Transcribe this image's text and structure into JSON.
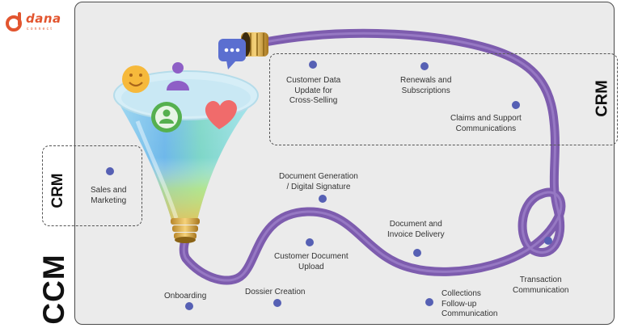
{
  "brand": {
    "name": "dana",
    "tagline": "connect",
    "color": "#e2552f"
  },
  "sections": {
    "crm_top": "CRM",
    "crm_left": "CRM",
    "ccm": "CCM"
  },
  "path_color": "#7d5cae",
  "dot_color": "#5660b4",
  "stages": {
    "customer_data": [
      "Customer Data",
      "Update for",
      "Cross-Selling"
    ],
    "renewals": [
      "Renewals and",
      "Subscriptions"
    ],
    "claims": [
      "Claims and Support",
      "Communications"
    ],
    "sales": [
      "Sales and",
      "Marketing"
    ],
    "doc_gen": [
      "Document Generation",
      "/ Digital Signature"
    ],
    "doc_delivery": [
      "Document and",
      "Invoice Delivery"
    ],
    "doc_upload": [
      "Customer Document",
      "Upload"
    ],
    "transaction": [
      "Transaction",
      "Communication"
    ],
    "onboarding": [
      "Onboarding"
    ],
    "dossier": [
      "Dossier Creation"
    ],
    "collections": [
      "Collections",
      "Follow-up",
      "Communication"
    ]
  },
  "funnel_icons": [
    "smiley-icon",
    "person-icon",
    "chat-bubble-icon",
    "user-badge-icon",
    "heart-icon"
  ]
}
